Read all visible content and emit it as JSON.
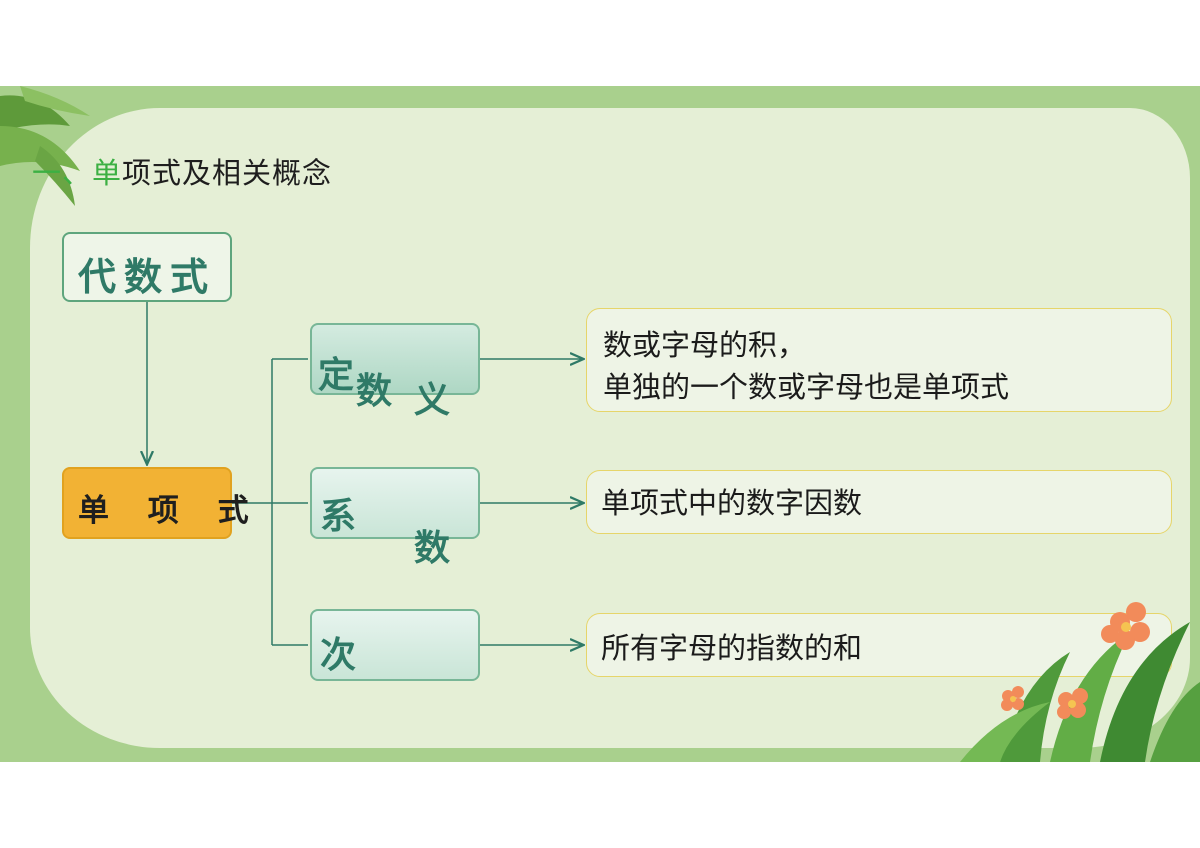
{
  "title": {
    "number": "一、",
    "first_char": "单",
    "rest": "项式及相关概念"
  },
  "nodes": {
    "root": "代数式",
    "monomial": "单 项 式",
    "definition": {
      "c1": "定",
      "c2": "数",
      "c3": "义"
    },
    "coefficient": {
      "c1": "系",
      "c2": "数"
    },
    "degree": {
      "c1": "次"
    }
  },
  "descriptions": {
    "definition_line1": "数或字母的积，",
    "definition_line2": "单独的一个数或字母也是单项式",
    "coefficient": "单项式中的数字因数",
    "degree": "所有字母的指数的和"
  },
  "colors": {
    "background": "#a9d08d",
    "panel": "#e5efd6",
    "monomial_fill": "#f2b234",
    "node_text": "#2f7a67",
    "arrow": "#2f7a67",
    "desc_border": "#e6d56a"
  }
}
